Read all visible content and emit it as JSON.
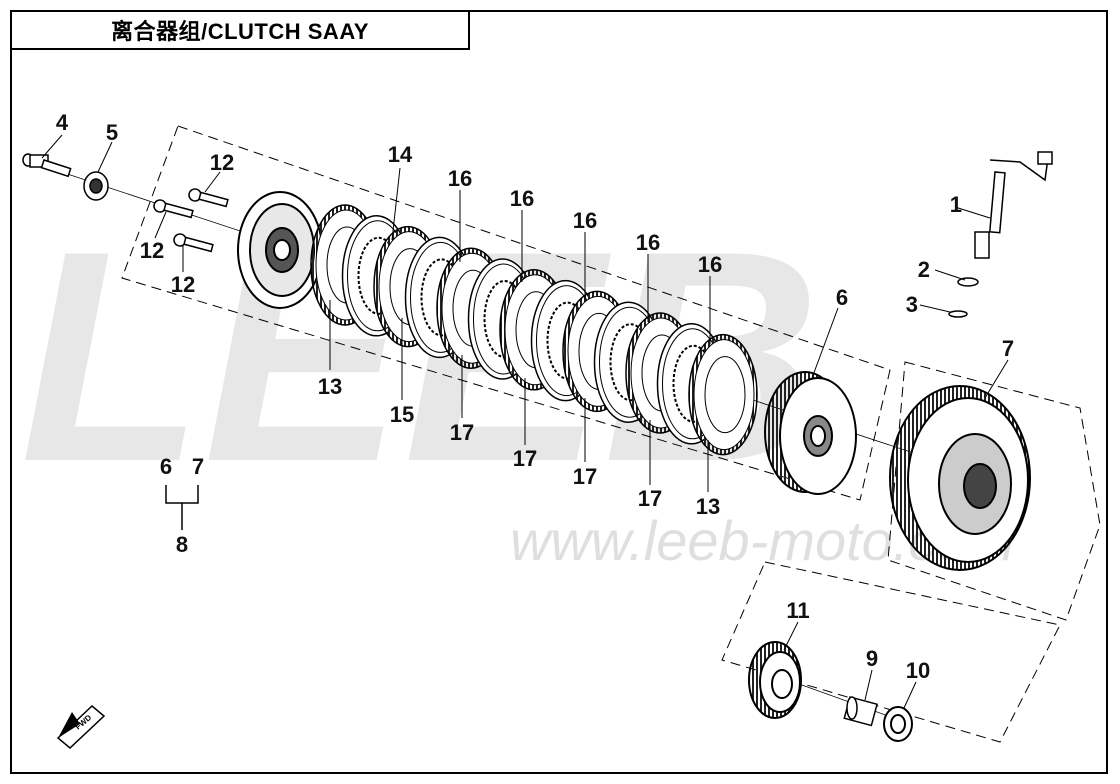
{
  "title": "离合器组/CLUTCH SAAY",
  "watermark": {
    "logo_text": "LEEB",
    "url_text": "www.leeb-moto.com"
  },
  "callouts": {
    "c1": "1",
    "c2": "2",
    "c3": "3",
    "c4": "4",
    "c5": "5",
    "c6a": "6",
    "c6b": "6",
    "c7a": "7",
    "c7b": "7",
    "c8": "8",
    "c9": "9",
    "c10": "10",
    "c11": "11",
    "c12a": "12",
    "c12b": "12",
    "c12c": "12",
    "c13a": "13",
    "c13b": "13",
    "c14": "14",
    "c15": "15",
    "c16a": "16",
    "c16b": "16",
    "c16c": "16",
    "c16d": "16",
    "c16e": "16",
    "c17a": "17",
    "c17b": "17",
    "c17c": "17",
    "c17d": "17"
  },
  "fwd_label": "FWD"
}
